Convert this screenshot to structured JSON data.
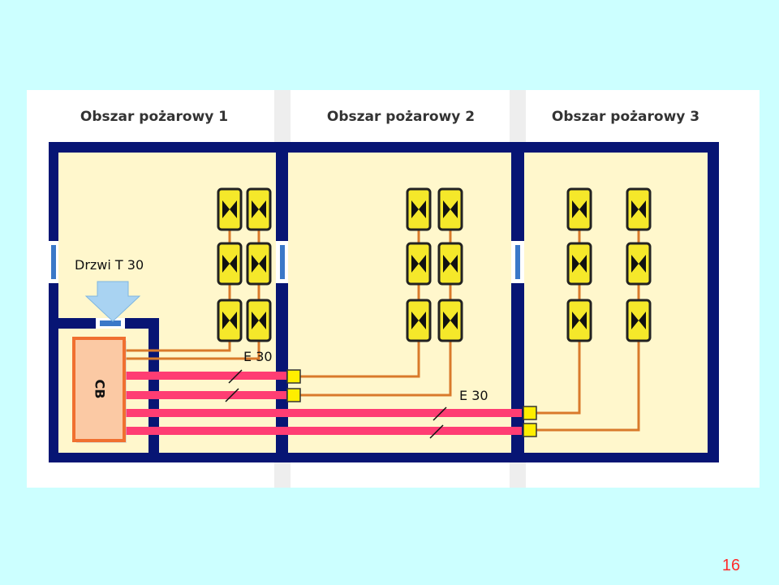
{
  "zones": [
    {
      "title": "Obszar pożarowy 1"
    },
    {
      "title": "Obszar pożarowy 2"
    },
    {
      "title": "Obszar pożarowy 3"
    }
  ],
  "labels": {
    "door": "Drzwi T 30",
    "cable_rating_1": "E 30",
    "cable_rating_2": "E 30",
    "central_battery": "CB"
  },
  "slide": {
    "page_number": "16"
  },
  "colors": {
    "background": "#ccffff",
    "panel": "#ffffff",
    "zone_fill": "#fff7cc",
    "wall": "#071574",
    "door": "#3a78c8",
    "fire_cable": "#ff3d73",
    "circuit": "#d97a2b",
    "luminaire": "#f5e82a",
    "cb_fill": "#fbc9a4",
    "cb_border": "#f07030"
  }
}
